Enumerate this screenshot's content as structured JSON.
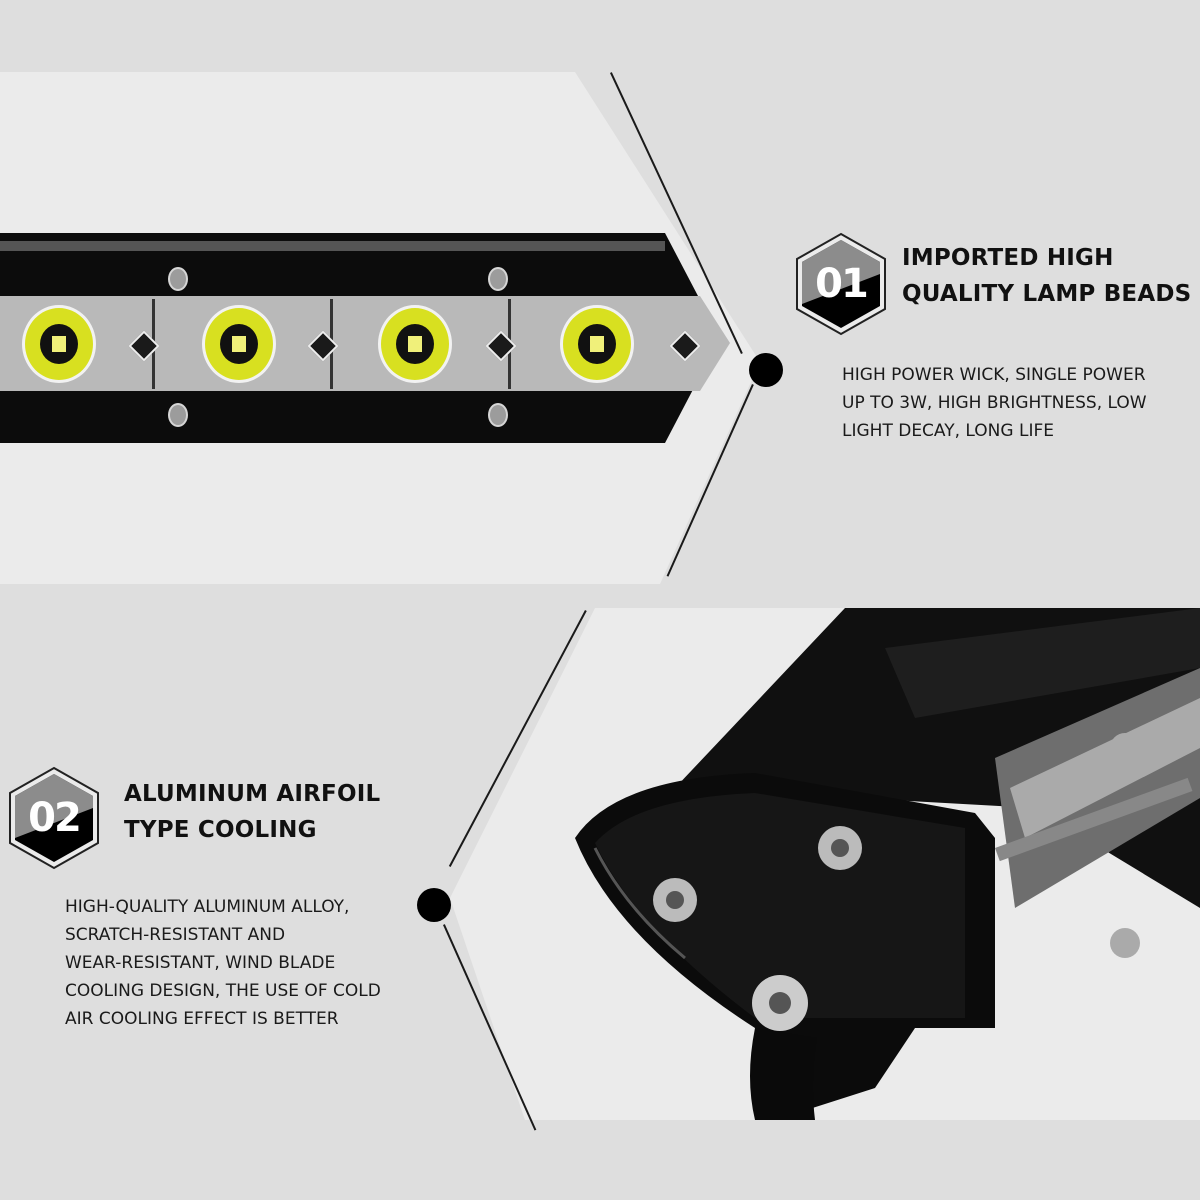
{
  "features": [
    {
      "number": "01",
      "title_line1": "IMPORTED HIGH",
      "title_line2": "QUALITY LAMP BEADS",
      "description_lines": [
        "HIGH POWER WICK, SINGLE POWER",
        "UP TO 3W, HIGH BRIGHTNESS, LOW",
        "LIGHT DECAY, LONG LIFE"
      ],
      "image": "led-light-bar-closeup"
    },
    {
      "number": "02",
      "title_line1": "ALUMINUM AIRFOIL",
      "title_line2": "TYPE COOLING",
      "description_lines": [
        "HIGH-QUALITY ALUMINUM ALLOY,",
        "SCRATCH-RESISTANT AND",
        "WEAR-RESISTANT, WIND BLADE",
        "COOLING DESIGN, THE USE OF COLD",
        "AIR COOLING EFFECT IS BETTER"
      ],
      "image": "light-bar-end-cap-bracket"
    }
  ],
  "colors": {
    "background": "#dedede",
    "panel": "#ebebeb",
    "text": "#111111",
    "led_ring": "#d8e020",
    "hex_dark": "#000000",
    "hex_light": "#8c8c8c"
  }
}
